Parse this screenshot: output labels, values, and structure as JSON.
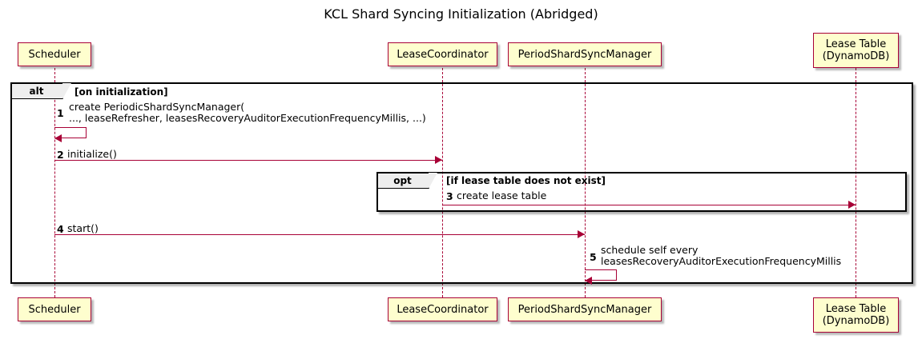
{
  "title": "KCL Shard Syncing Initialization (Abridged)",
  "colors": {
    "participant_fill": "#FEFECE",
    "participant_border": "#A80036",
    "arrow": "#A80036",
    "fragment_border": "#000000",
    "fragment_label_fill": "#EEEEEE",
    "background": "#FFFFFF",
    "text": "#000000"
  },
  "participants": [
    {
      "id": "scheduler",
      "label": "Scheduler"
    },
    {
      "id": "lease-coordinator",
      "label": "LeaseCoordinator"
    },
    {
      "id": "period-shard-sync-manager",
      "label": "PeriodShardSyncManager"
    },
    {
      "id": "lease-table",
      "label": "Lease Table\n(DynamoDB)"
    }
  ],
  "fragments": [
    {
      "id": "alt",
      "operator": "alt",
      "guard": "[on initialization]"
    },
    {
      "id": "opt",
      "operator": "opt",
      "guard": "[if lease table does not exist]"
    }
  ],
  "messages": [
    {
      "seq": "1",
      "from": "scheduler",
      "to": "scheduler",
      "self": true,
      "label": "create PeriodicShardSyncManager(\n   ..., leaseRefresher, leasesRecoveryAuditorExecutionFrequencyMillis, ...)"
    },
    {
      "seq": "2",
      "from": "scheduler",
      "to": "lease-coordinator",
      "self": false,
      "label": "initialize()"
    },
    {
      "seq": "3",
      "from": "lease-coordinator",
      "to": "lease-table",
      "self": false,
      "label": "create lease table"
    },
    {
      "seq": "4",
      "from": "scheduler",
      "to": "period-shard-sync-manager",
      "self": false,
      "label": "start()"
    },
    {
      "seq": "5",
      "from": "period-shard-sync-manager",
      "to": "period-shard-sync-manager",
      "self": true,
      "label": "schedule self every\n   leasesRecoveryAuditorExecutionFrequencyMillis"
    }
  ]
}
